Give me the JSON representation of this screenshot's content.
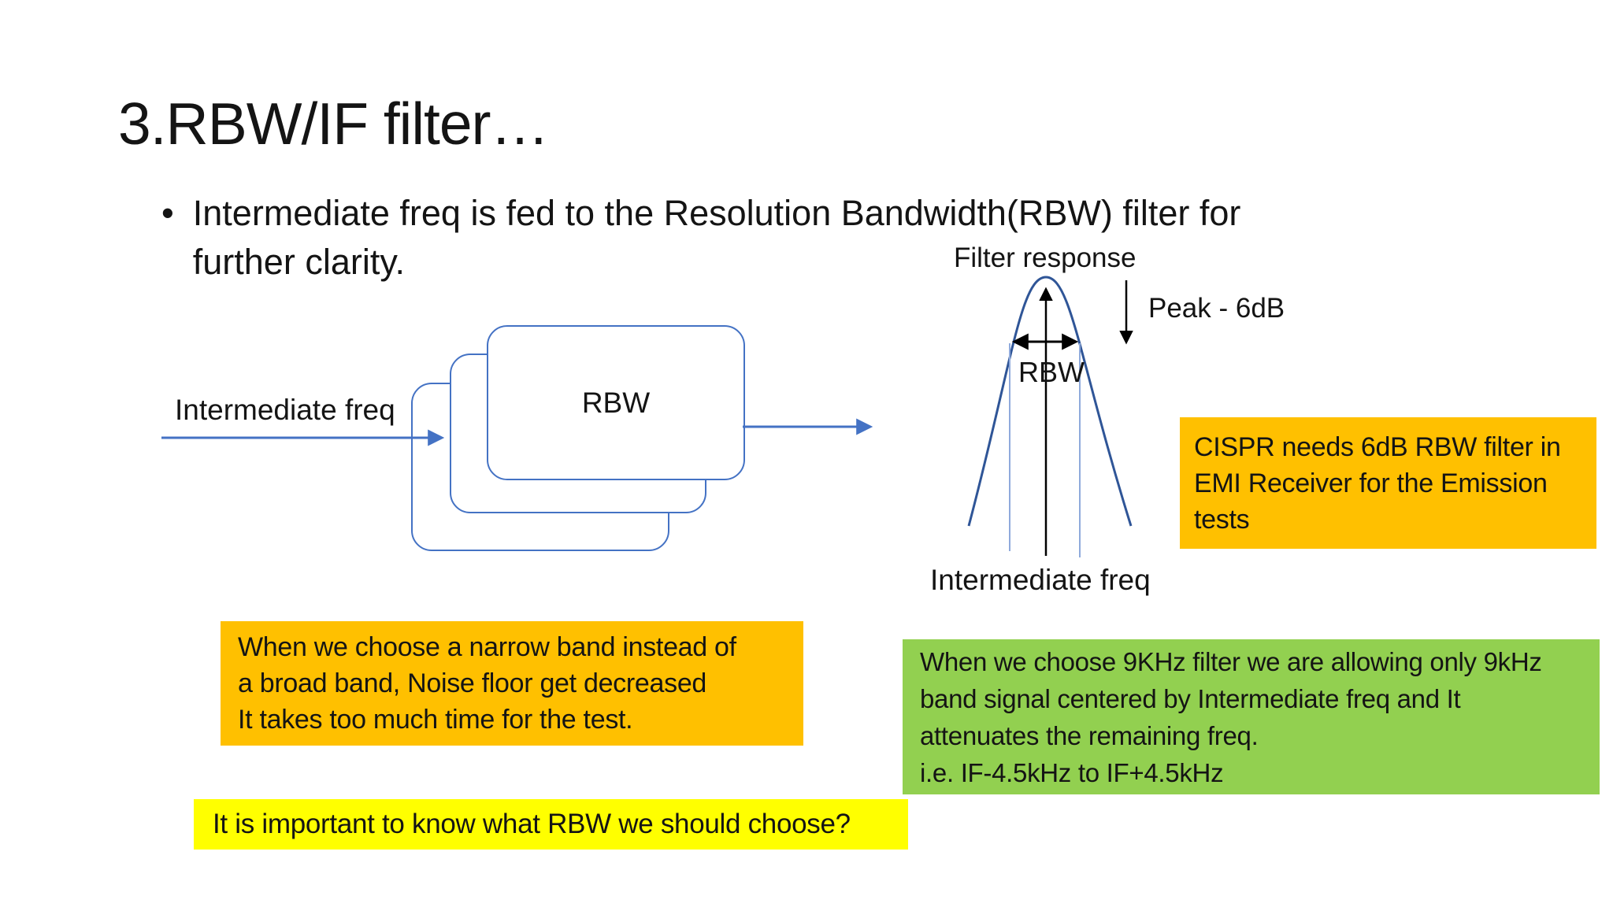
{
  "slide": {
    "title": "3.RBW/IF filter…",
    "bullet_marker": "•",
    "bullet": "Intermediate freq is fed to the Resolution Bandwidth(RBW) filter for\nfurther clarity.",
    "diagram": {
      "input_label": "Intermediate freq",
      "block_label": "RBW"
    },
    "filter_plot": {
      "title": "Filter response",
      "peak_label": "Peak - 6dB",
      "rbw_label": "RBW",
      "x_axis_label": "Intermediate freq"
    },
    "callouts": {
      "cispr": "CISPR needs 6dB RBW filter in\nEMI Receiver for the Emission\ntests",
      "narrow_band": "When we choose a narrow band instead of\na broad band, Noise floor get decreased\nIt takes too much time for the test.",
      "nine_khz": "When we choose 9KHz filter we are allowing only 9kHz\nband signal centered by Intermediate freq and It\nattenuates the remaining freq.\ni.e. IF-4.5kHz to IF+4.5kHz",
      "question": "It is important to know what RBW we should choose?"
    },
    "colors": {
      "orange": "#FFC000",
      "green": "#92D050",
      "yellow": "#FFFF00",
      "blue": "#4472C4",
      "curve_blue": "#2F5597",
      "light_blue": "#8FAADC",
      "text": "#141414"
    }
  }
}
